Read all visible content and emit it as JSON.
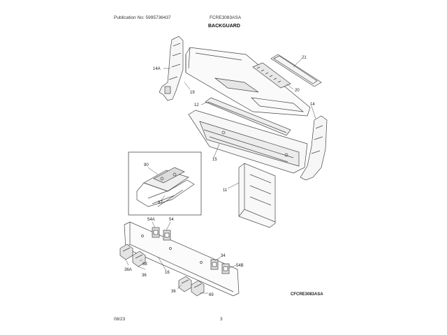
{
  "header": {
    "publication": "Publication No: 5995736437",
    "model": "FCRE3083ASA",
    "title": "BACKGUARD"
  },
  "footer": {
    "date": "08/23",
    "page": "3"
  },
  "diagram_id": "CFCRE3083ASA",
  "callouts": {
    "c14A": "14A",
    "c19": "19",
    "c21": "21",
    "c20": "20",
    "c12": "12",
    "c14": "14",
    "c15": "15",
    "c11": "11",
    "c90": "90",
    "c97": "97",
    "c54A": "54A",
    "c54": "54",
    "c68a": "68",
    "c36A": "36A",
    "c36a": "36",
    "c16": "16",
    "c36b": "36",
    "c69": "69",
    "c34": "34",
    "c54B": "54B"
  }
}
